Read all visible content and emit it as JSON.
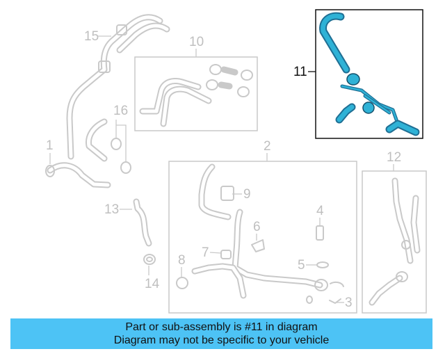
{
  "callouts": {
    "c1": "1",
    "c2": "2",
    "c3": "3",
    "c4": "4",
    "c5": "5",
    "c6": "6",
    "c7": "7",
    "c8": "8",
    "c9": "9",
    "c10": "10",
    "c11": "11",
    "c12": "12",
    "c13": "13",
    "c14": "14",
    "c15": "15",
    "c16": "16"
  },
  "highlighted_part": "11",
  "colors": {
    "banner_bg": "#4dc3f5",
    "highlight_blue": "#2fb2d6",
    "highlight_outline": "#1f6f94",
    "parts_gray": "#c9c9c9"
  },
  "banner": {
    "line1": "Part or sub-assembly is #11 in diagram",
    "line2": "Diagram may not be specific to your vehicle"
  }
}
